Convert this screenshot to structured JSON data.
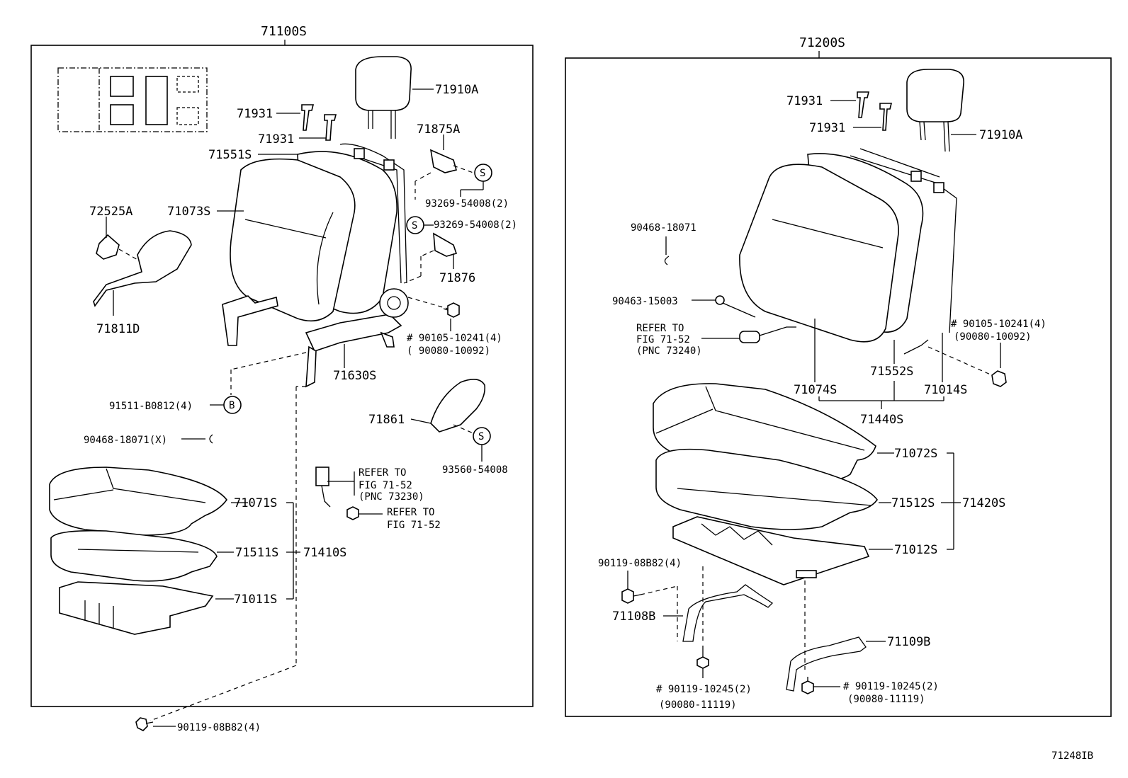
{
  "diagram": {
    "left_group": {
      "title": "71100S",
      "labels": {
        "headrest": "71910A",
        "guide_a": "71931",
        "guide_b": "71931",
        "cover_back_pad": "71551S",
        "back_cover": "71073S",
        "cover_a": "71875A",
        "screw_s1": "93269-54008(2)",
        "screw_s2": "93269-54008(2)",
        "knob": "72525A",
        "shield": "71876",
        "lever": "71811D",
        "bolt_note_1": "# 90105-10241(4)",
        "bolt_note_2": "( 90080-10092)",
        "adjuster": "71630S",
        "bolt_b": "91511-B0812(4)",
        "cover_inner": "71861",
        "clip": "90468-18071(X)",
        "screw_s3": "93560-54008",
        "refer1_l1": "REFER TO",
        "refer1_l2": "FIG 71-52",
        "refer1_l3": "(PNC 73230)",
        "refer2_l1": "REFER TO",
        "refer2_l2": "FIG 71-52",
        "cushion_cover": "71071S",
        "cushion_pad": "71511S",
        "cushion_frame": "71011S",
        "cushion_assy": "71410S",
        "bottom_bolt": "90119-08B82(4)"
      },
      "markers": {
        "s": "S",
        "b": "B"
      }
    },
    "right_group": {
      "title": "71200S",
      "labels": {
        "guide_a": "71931",
        "guide_b": "71931",
        "headrest": "71910A",
        "clip": "90468-18071",
        "pin": "90463-15003",
        "refer_l1": "REFER TO",
        "refer_l2": "FIG 71-52",
        "refer_l3": "(PNC 73240)",
        "bolt_note_1": "# 90105-10241(4)",
        "bolt_note_2": "(90080-10092)",
        "back_cover": "71074S",
        "back_pad": "71552S",
        "back_frame": "71014S",
        "back_assy": "71440S",
        "cushion_cover": "71072S",
        "cushion_pad": "71512S",
        "cushion_frame": "71012S",
        "cushion_assy": "71420S",
        "bolt_left": "90119-08B82(4)",
        "bracket_a": "71108B",
        "bracket_b": "71109B",
        "bolt_mid_1": "# 90119-10245(2)",
        "bolt_mid_2": "(90080-11119)",
        "bolt_right_1": "# 90119-10245(2)",
        "bolt_right_2": "(90080-11119)"
      }
    },
    "figure_code": "71248IB"
  }
}
